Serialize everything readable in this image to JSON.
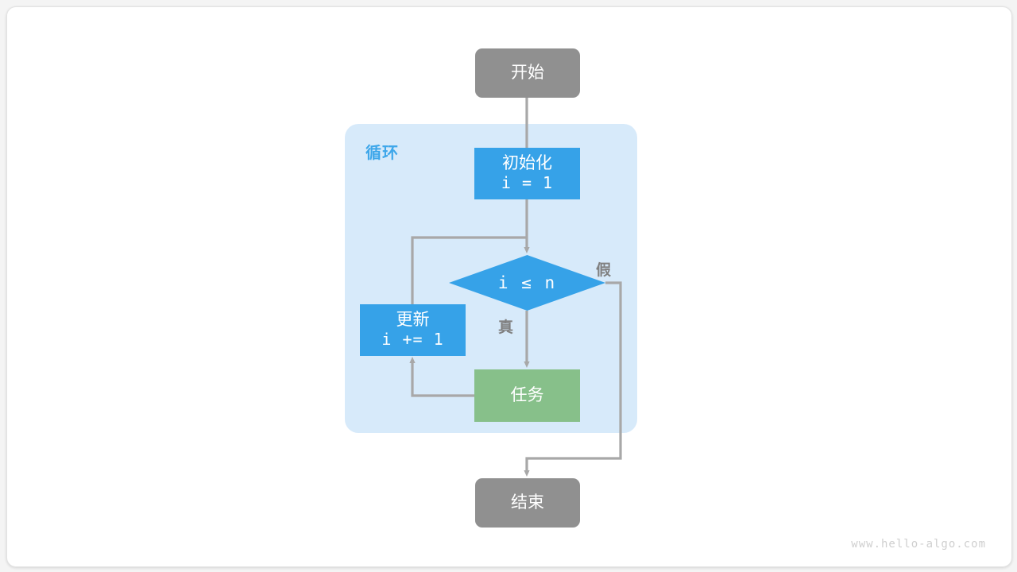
{
  "diagram": {
    "title": "for-loop-flowchart",
    "loop_container_label": "循环",
    "nodes": {
      "start": {
        "label": "开始",
        "color": "#909090"
      },
      "init": {
        "label": "初始化",
        "expression": "i = 1",
        "color": "#36a2e8"
      },
      "condition": {
        "expression": "i ≤ n",
        "color": "#36a2e8"
      },
      "update": {
        "label": "更新",
        "expression": "i += 1",
        "color": "#36a2e8"
      },
      "task": {
        "label": "任务",
        "color": "#87c08a"
      },
      "end": {
        "label": "结束",
        "color": "#909090"
      }
    },
    "edge_labels": {
      "true": "真",
      "false": "假"
    },
    "colors": {
      "loop_background": "#d7eafa",
      "loop_label": "#3ea7ea",
      "arrow": "#a8a8a8",
      "terminal": "#909090",
      "process": "#36a2e8",
      "task": "#87c08a",
      "canvas": "#ffffff"
    }
  },
  "watermark": "www.hello-algo.com"
}
